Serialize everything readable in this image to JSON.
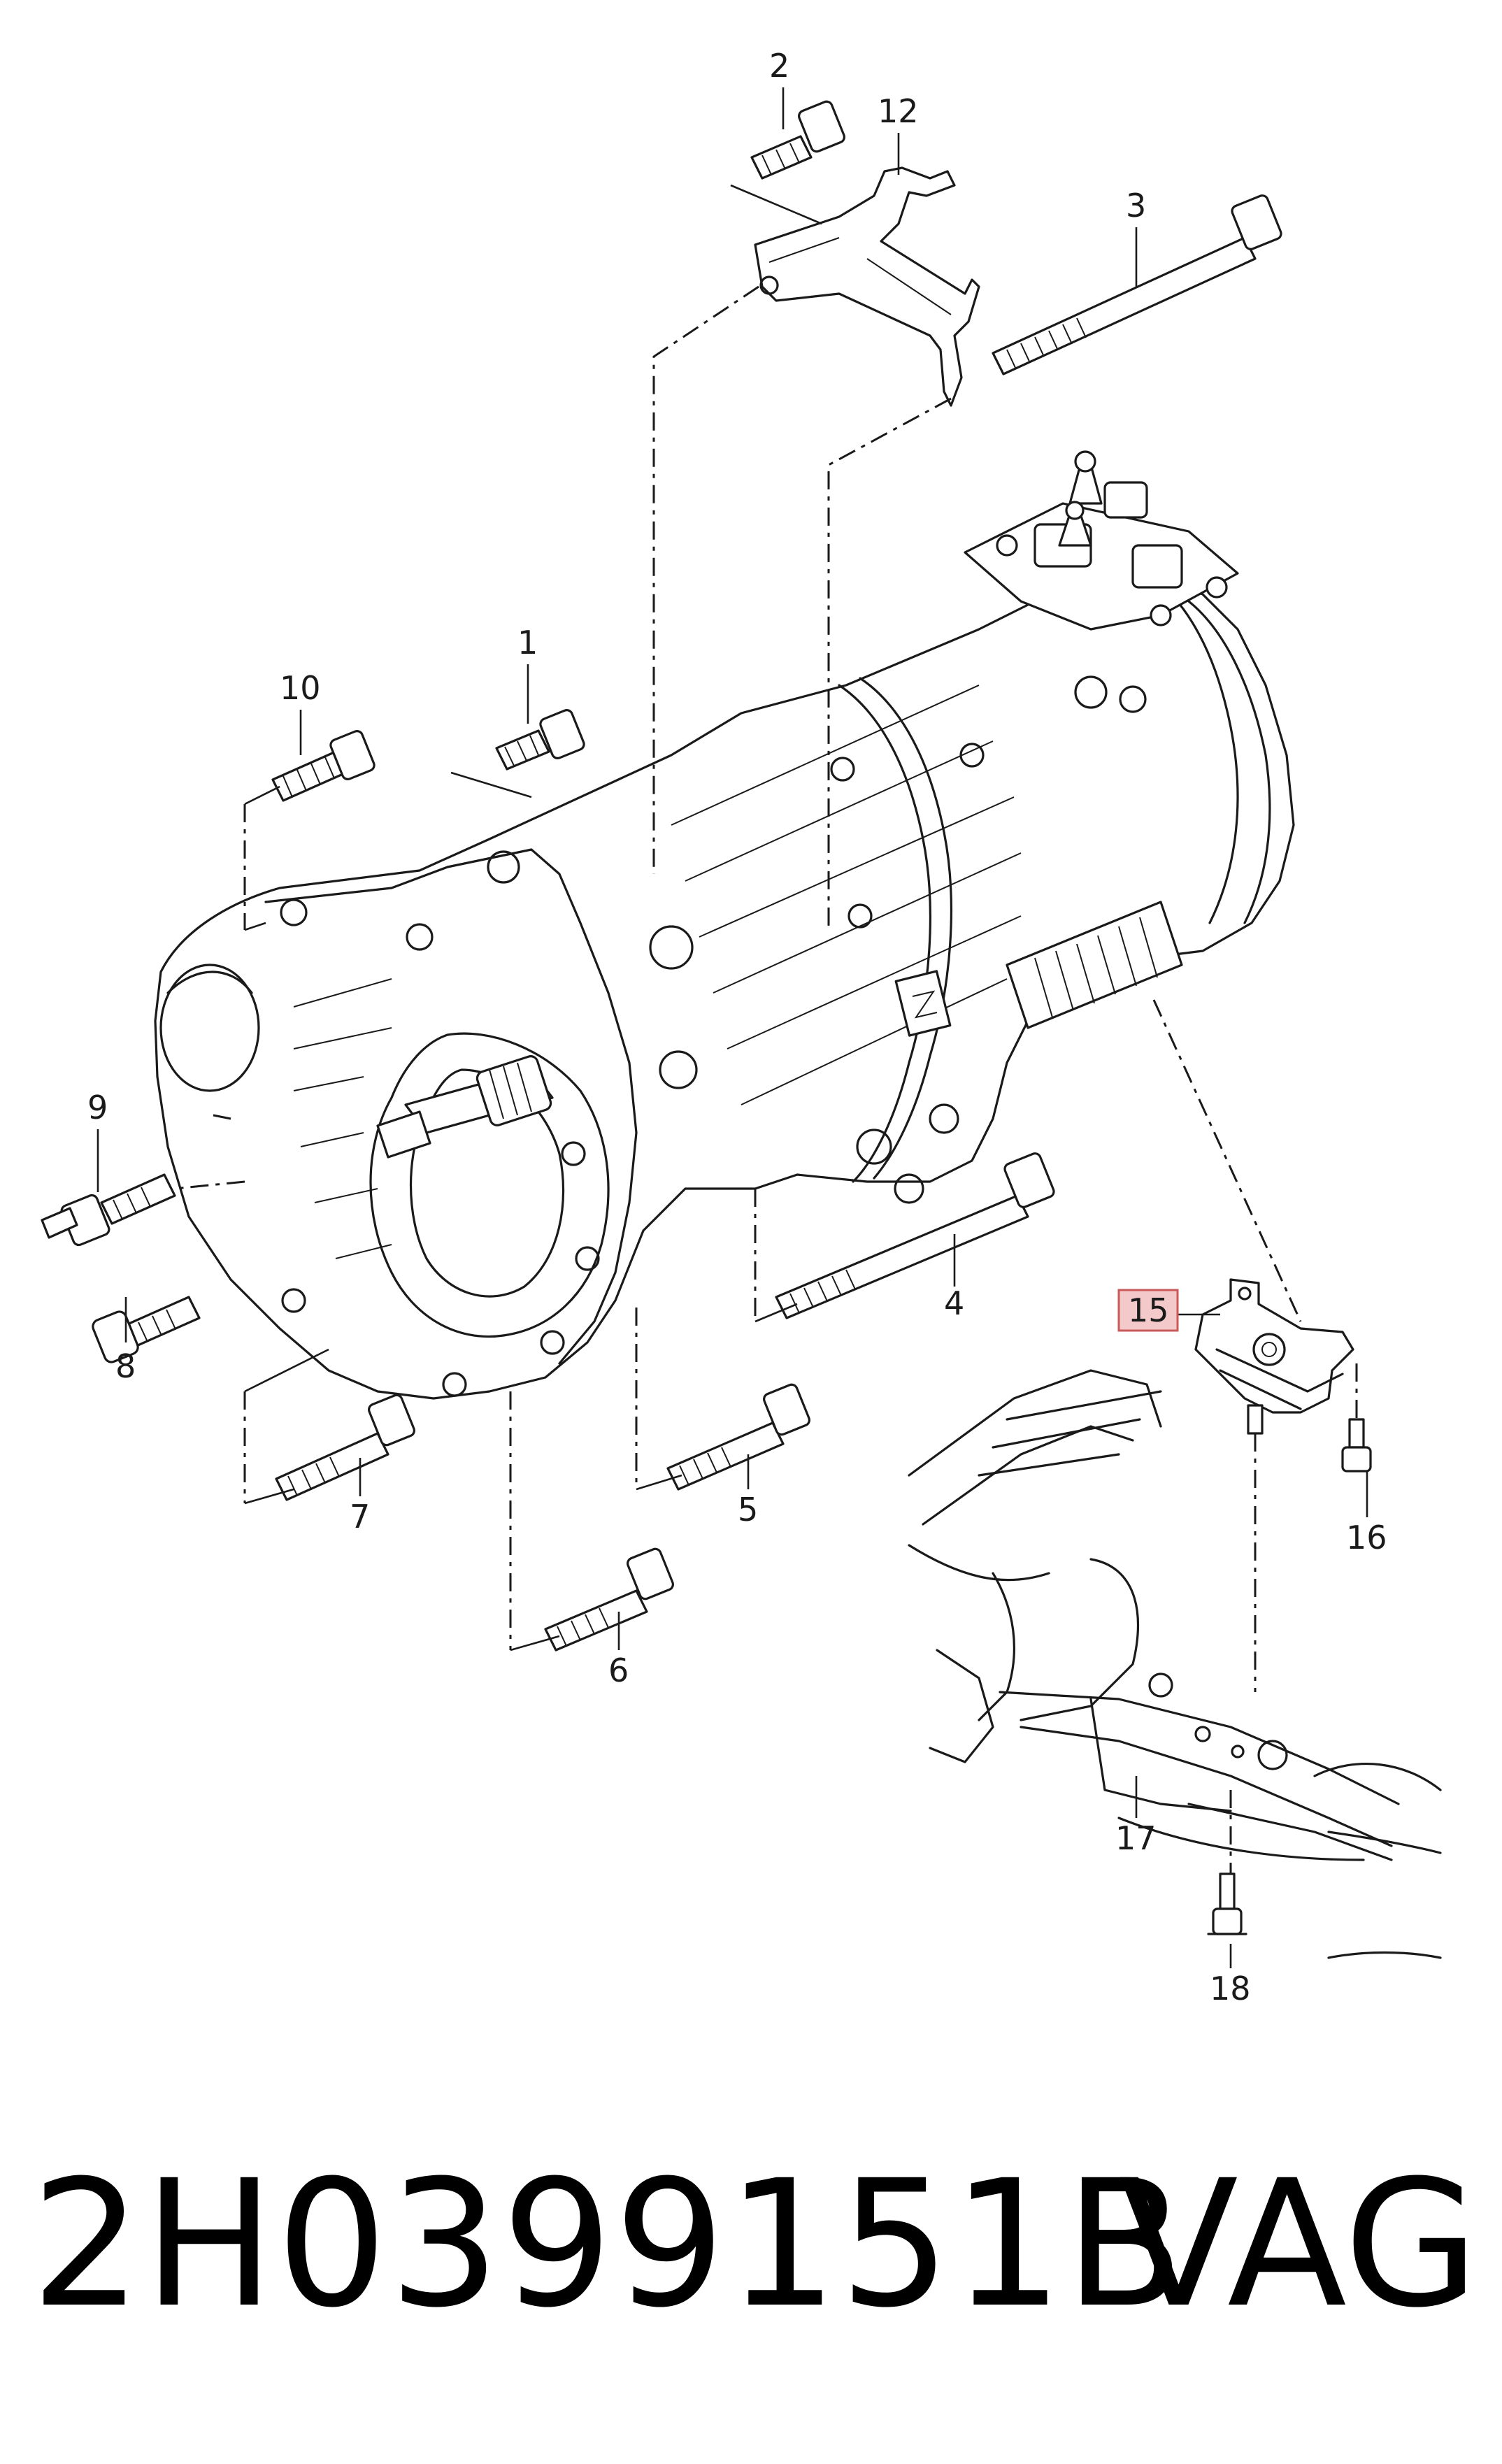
{
  "callouts": [
    {
      "id": "c1",
      "label": "1"
    },
    {
      "id": "c2",
      "label": "2"
    },
    {
      "id": "c3",
      "label": "3"
    },
    {
      "id": "c4",
      "label": "4"
    },
    {
      "id": "c5",
      "label": "5"
    },
    {
      "id": "c6",
      "label": "6"
    },
    {
      "id": "c7",
      "label": "7"
    },
    {
      "id": "c8",
      "label": "8"
    },
    {
      "id": "c9",
      "label": "9"
    },
    {
      "id": "c10",
      "label": "10"
    },
    {
      "id": "c12",
      "label": "12"
    },
    {
      "id": "c15",
      "label": "15",
      "highlighted": true
    },
    {
      "id": "c16",
      "label": "16"
    },
    {
      "id": "c17",
      "label": "17"
    },
    {
      "id": "c18",
      "label": "18"
    }
  ],
  "footer": {
    "part_number": "2H0399151B",
    "brand": "VAG"
  },
  "colors": {
    "line": "#1a1a1a",
    "highlight_fill": "#f4c9c9",
    "highlight_stroke": "#c95a5a"
  }
}
